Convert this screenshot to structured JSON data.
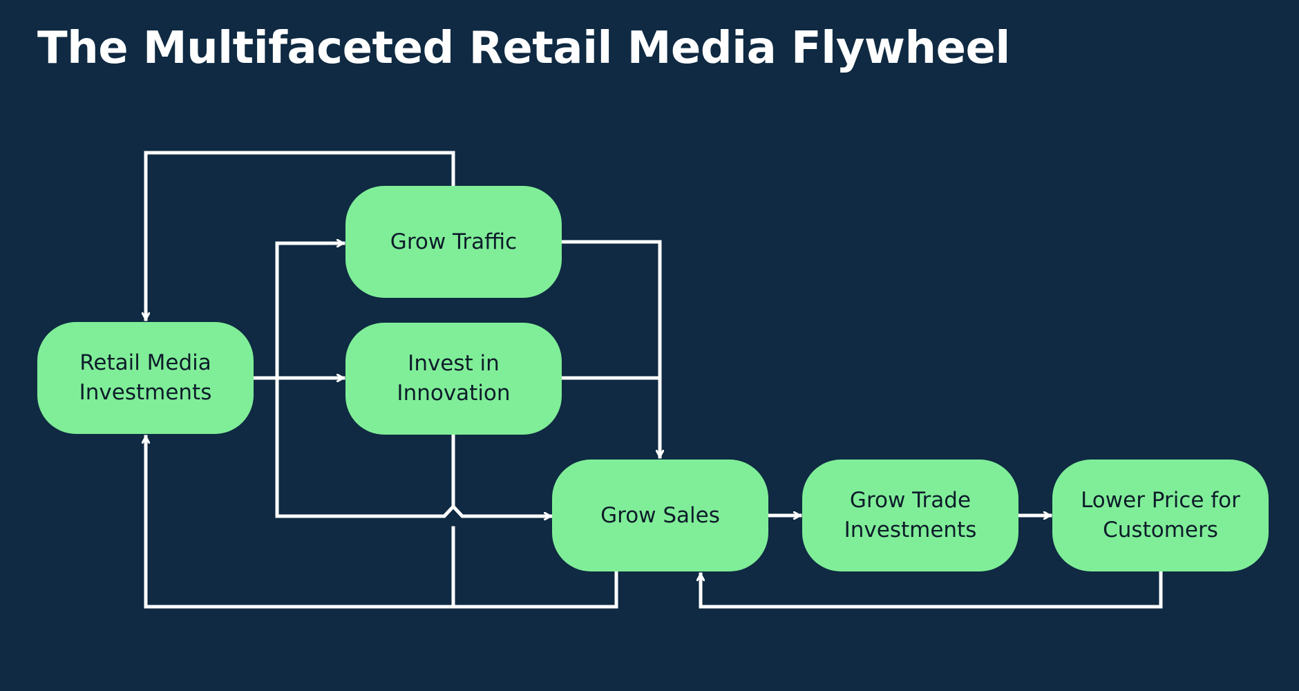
{
  "title": "The Multifaceted Retail Media Flywheel",
  "colors": {
    "background": "#0f2a42",
    "node_fill": "#80ee98",
    "connector": "#ffffff",
    "title_text": "#ffffff",
    "node_text": "#0d1c2a"
  },
  "nodes": [
    {
      "id": "retail-media-investments",
      "label": "Retail Media\nInvestments"
    },
    {
      "id": "grow-traffic",
      "label": "Grow Traffic"
    },
    {
      "id": "invest-in-innovation",
      "label": "Invest in\nInnovation"
    },
    {
      "id": "grow-sales",
      "label": "Grow Sales"
    },
    {
      "id": "grow-trade-investments",
      "label": "Grow Trade\nInvestments"
    },
    {
      "id": "lower-price-for-customers",
      "label": "Lower Price for\nCustomers"
    }
  ],
  "edges": [
    {
      "from": "grow-traffic",
      "to": "retail-media-investments"
    },
    {
      "from": "retail-media-investments",
      "to": "grow-traffic"
    },
    {
      "from": "retail-media-investments",
      "to": "invest-in-innovation"
    },
    {
      "from": "retail-media-investments",
      "to": "grow-sales"
    },
    {
      "from": "grow-traffic",
      "to": "grow-sales"
    },
    {
      "from": "invest-in-innovation",
      "to": "grow-sales"
    },
    {
      "from": "grow-sales",
      "to": "grow-trade-investments"
    },
    {
      "from": "grow-trade-investments",
      "to": "lower-price-for-customers"
    },
    {
      "from": "lower-price-for-customers",
      "to": "grow-sales"
    },
    {
      "from": "grow-sales",
      "to": "retail-media-investments"
    },
    {
      "from": "invest-in-innovation",
      "to": "retail-media-investments"
    }
  ]
}
